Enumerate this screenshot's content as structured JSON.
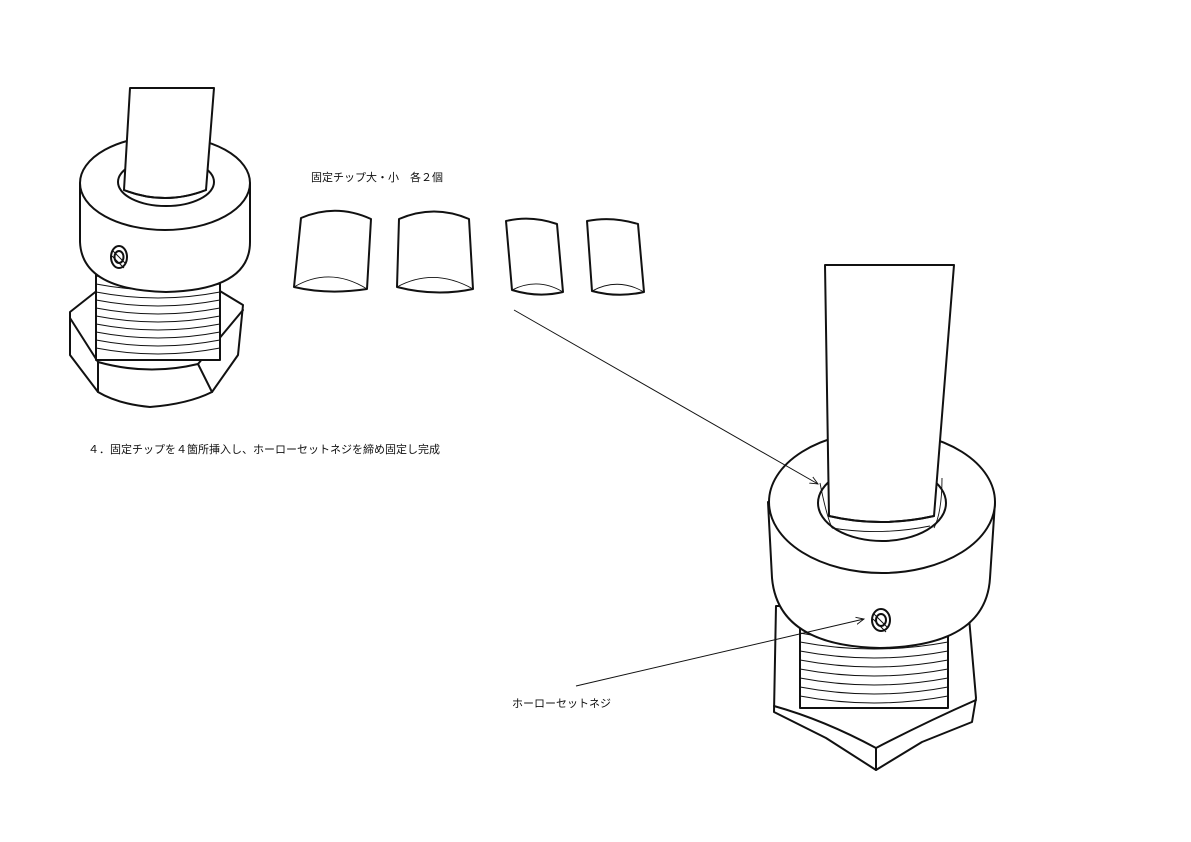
{
  "labels": {
    "chips_caption": "固定チップ大・小　各２個",
    "step_instruction": "４．固定チップを４箇所挿入し、ホーローセットネジを締め固定し完成",
    "set_screw": "ホーローセットネジ"
  },
  "chips": [
    {
      "size": "large"
    },
    {
      "size": "large"
    },
    {
      "size": "small"
    },
    {
      "size": "small"
    }
  ],
  "colors": {
    "line": "#111111",
    "background": "#ffffff"
  }
}
